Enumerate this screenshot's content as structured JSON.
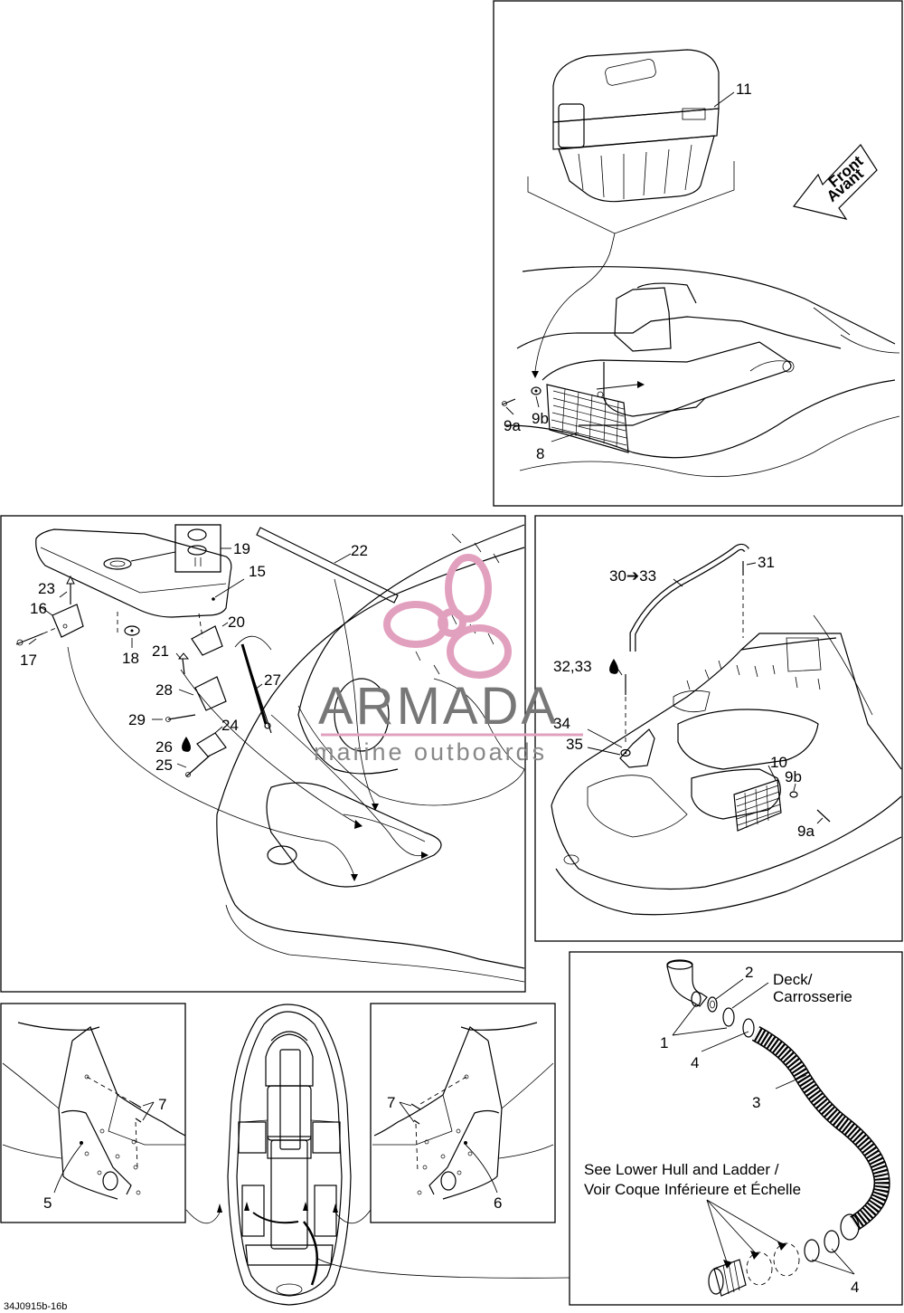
{
  "watermark": {
    "title": "ARMADA",
    "subtitle": "marine outboards",
    "logo_color": "#e2a0bf"
  },
  "front_arrow": {
    "line1": "Front",
    "line2": "Avant"
  },
  "labels": {
    "p11": "11",
    "p9a_top": "9a",
    "p9b_top": "9b",
    "p8": "8",
    "p19": "19",
    "p22": "22",
    "p23": "23",
    "p15": "15",
    "p16": "16",
    "p17": "17",
    "p18": "18",
    "p20": "20",
    "p21": "21",
    "p27": "27",
    "p28": "28",
    "p29": "29",
    "p24": "24",
    "p26": "26",
    "p25": "25",
    "p30_33": "30➔33",
    "p31": "31",
    "p32_33": "32,33",
    "p34": "34",
    "p35": "35",
    "p10": "10",
    "p9b_mid": "9b",
    "p9a_mid": "9a",
    "p7_left": "7",
    "p5": "5",
    "p7_right": "7",
    "p6": "6",
    "p2": "2",
    "p1": "1",
    "p4_top": "4",
    "p3": "3",
    "p4_bottom": "4"
  },
  "notes": {
    "deck_line1": "Deck/",
    "deck_line2": "Carrosserie",
    "see_line1": "See Lower Hull and Ladder /",
    "see_line2": "Voir Coque Inférieure et Échelle"
  },
  "reference_code": "34J0915b-16b",
  "icon": "sealant-drop-icon"
}
